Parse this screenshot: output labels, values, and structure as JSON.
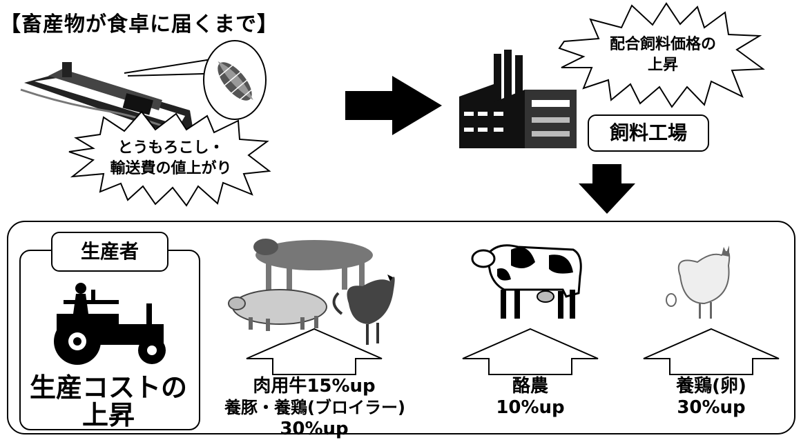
{
  "title": "【畜産物が食卓に届くまで】",
  "transport_burst": {
    "line1": "とうもろこし・",
    "line2": "輸送費の値上がり"
  },
  "feed_burst": {
    "line1": "配合飼料価格の",
    "line2": "上昇"
  },
  "feed_factory_label": "飼料工場",
  "producer": {
    "tab_label": "生産者",
    "cost_line1": "生産コストの",
    "cost_line2": "上昇"
  },
  "increases": [
    {
      "line1": "肉用牛15%up",
      "line2": "養豚・養鶏(ブロイラー)",
      "line3": "30%up"
    },
    {
      "line1": "酪農",
      "line2": "10%up"
    },
    {
      "line1": "養鶏(卵)",
      "line2": "30%up"
    }
  ]
}
